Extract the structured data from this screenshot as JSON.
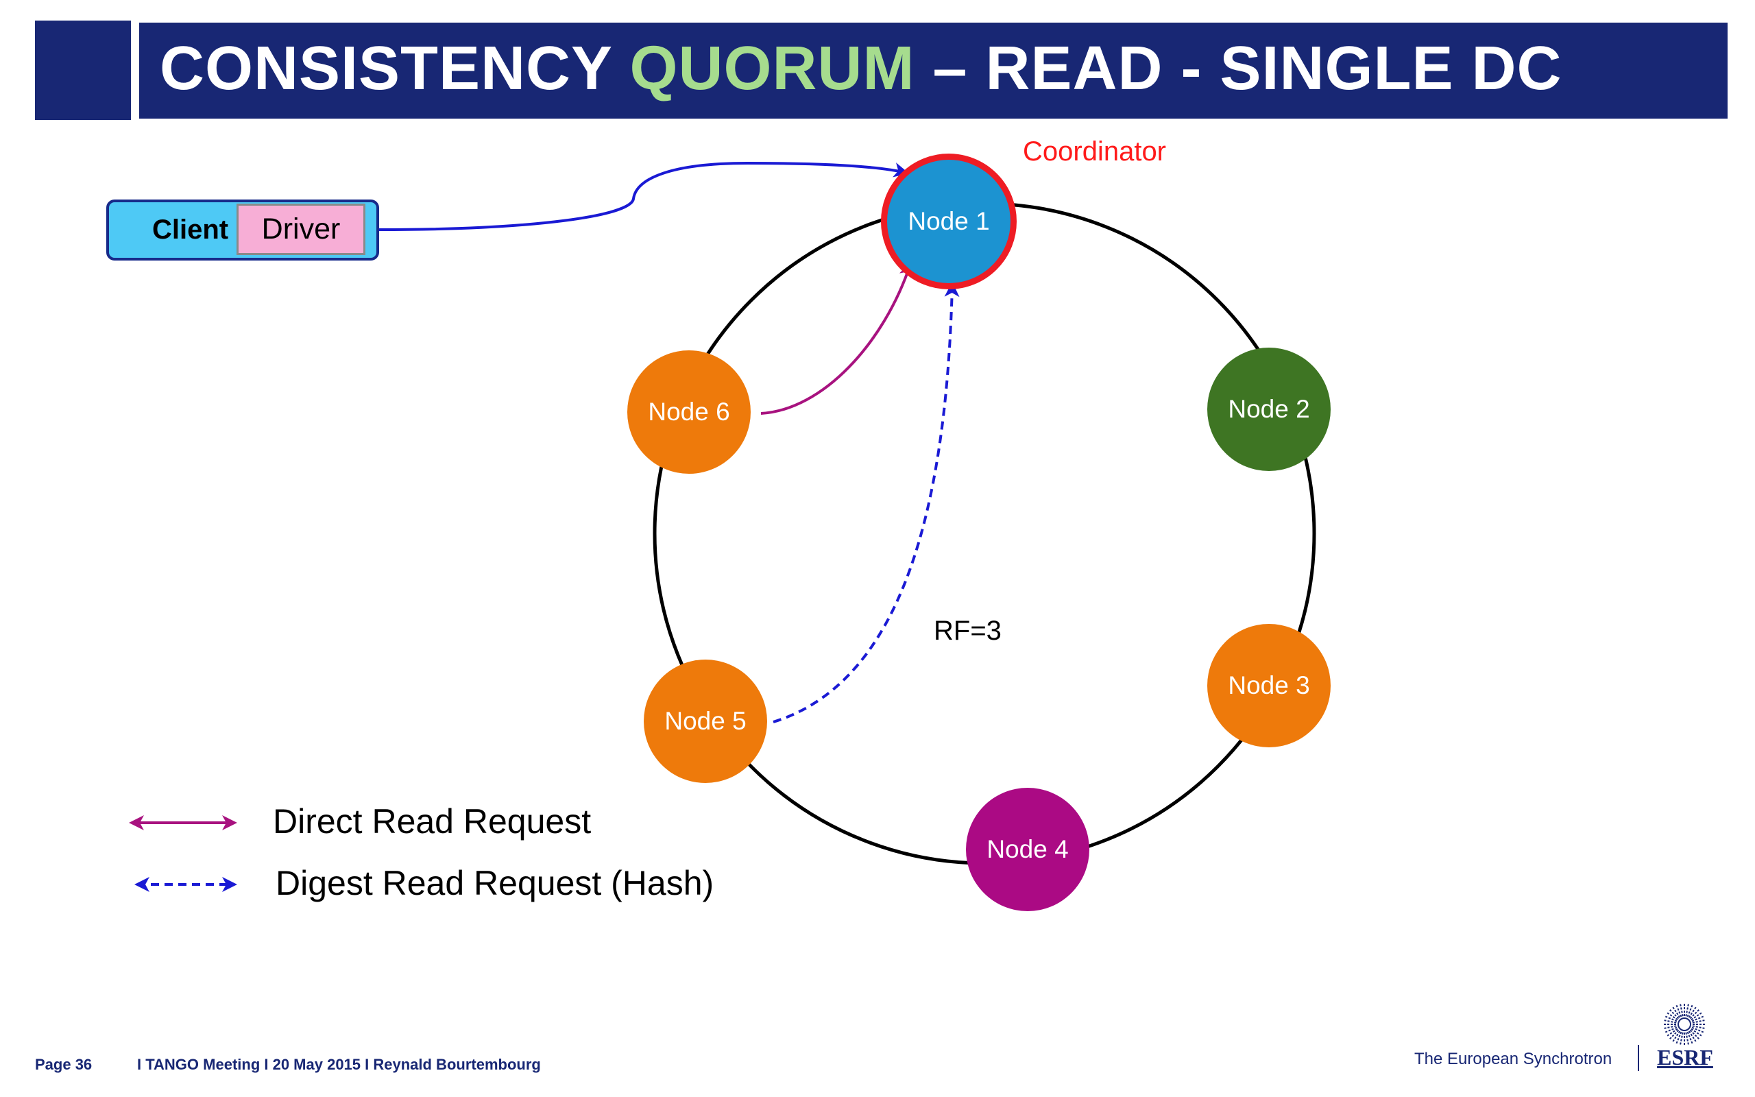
{
  "header": {
    "title_prefix": "CONSISTENCY ",
    "title_accent": "QUORUM",
    "title_suffix": " – READ - SINGLE DC",
    "colors": {
      "bar": "#182774",
      "accent": "#a6dc8e",
      "text": "#ffffff"
    }
  },
  "client": {
    "client_label": "Client",
    "driver_label": "Driver"
  },
  "diagram": {
    "coordinator_label": "Coordinator",
    "replication_factor_label": "RF=3",
    "nodes": [
      {
        "id": "node-1",
        "label": "Node 1",
        "color": "#1c93d1",
        "role": "coordinator"
      },
      {
        "id": "node-2",
        "label": "Node 2",
        "color": "#3e7523"
      },
      {
        "id": "node-3",
        "label": "Node 3",
        "color": "#ee7a0b"
      },
      {
        "id": "node-4",
        "label": "Node 4",
        "color": "#ab0a84"
      },
      {
        "id": "node-5",
        "label": "Node 5",
        "color": "#ee7a0b"
      },
      {
        "id": "node-6",
        "label": "Node 6",
        "color": "#ee7a0b"
      }
    ],
    "edges": [
      {
        "from": "Driver",
        "to": "Node 1",
        "style": "solid",
        "color": "#1a1ad4"
      },
      {
        "from": "Node 6",
        "to": "Node 1",
        "style": "solid",
        "color": "#a8127f",
        "type": "direct"
      },
      {
        "from": "Node 5",
        "to": "Node 1",
        "style": "dashed",
        "color": "#1a1ad4",
        "type": "digest"
      }
    ]
  },
  "legend": {
    "direct_label": "Direct Read Request",
    "digest_label": "Digest Read Request (Hash)",
    "direct_color": "#a8127f",
    "digest_color": "#1a1ad4"
  },
  "footer": {
    "page": "Page 36",
    "meeting": "I TANGO Meeting I 20 May 2015 I Reynald Bourtembourg",
    "brand": "The European Synchrotron",
    "logo_text": "ESRF"
  }
}
